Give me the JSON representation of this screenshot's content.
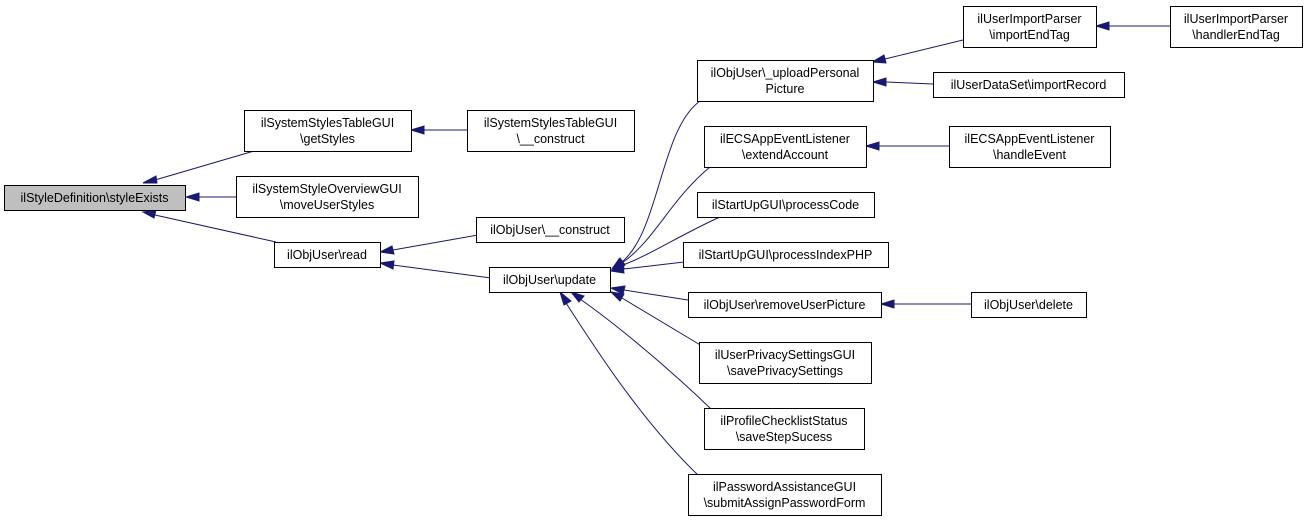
{
  "colors": {
    "edge": "#191970",
    "root_fill": "#bfbfbf",
    "node_fill": "#ffffff",
    "border": "#000000"
  },
  "nodes": {
    "root": [
      "ilStyleDefinition\\styleExists"
    ],
    "sstg_get": [
      "ilSystemStylesTableGUI",
      "\\getStyles"
    ],
    "sstg_construct": [
      "ilSystemStylesTableGUI",
      "\\__construct"
    ],
    "ssog_move": [
      "ilSystemStyleOverviewGUI",
      "\\moveUserStyles"
    ],
    "objuser_read": [
      "ilObjUser\\read"
    ],
    "objuser_construct": [
      "ilObjUser\\__construct"
    ],
    "objuser_update": [
      "ilObjUser\\update"
    ],
    "upload_picture": [
      "ilObjUser\\_uploadPersonal",
      "Picture"
    ],
    "import_end_tag": [
      "ilUserImportParser",
      "\\importEndTag"
    ],
    "handler_end_tag": [
      "ilUserImportParser",
      "\\handlerEndTag"
    ],
    "import_record": [
      "ilUserDataSet\\importRecord"
    ],
    "extend_account": [
      "ilECSAppEventListener",
      "\\extendAccount"
    ],
    "handle_event": [
      "ilECSAppEventListener",
      "\\handleEvent"
    ],
    "process_code": [
      "ilStartUpGUI\\processCode"
    ],
    "process_index": [
      "ilStartUpGUI\\processIndexPHP"
    ],
    "remove_picture": [
      "ilObjUser\\removeUserPicture"
    ],
    "objuser_delete": [
      "ilObjUser\\delete"
    ],
    "privacy_settings": [
      "ilUserPrivacySettingsGUI",
      "\\savePrivacySettings"
    ],
    "checklist_status": [
      "ilProfileChecklistStatus",
      "\\saveStepSucess"
    ],
    "password_assistance": [
      "ilPasswordAssistanceGUI",
      "\\submitAssignPasswordForm"
    ]
  },
  "edges": [
    [
      "sstg_get",
      "root"
    ],
    [
      "ssog_move",
      "root"
    ],
    [
      "objuser_read",
      "root"
    ],
    [
      "sstg_construct",
      "sstg_get"
    ],
    [
      "objuser_construct",
      "objuser_read"
    ],
    [
      "objuser_update",
      "objuser_read"
    ],
    [
      "upload_picture",
      "objuser_update"
    ],
    [
      "extend_account",
      "objuser_update"
    ],
    [
      "process_code",
      "objuser_update"
    ],
    [
      "process_index",
      "objuser_update"
    ],
    [
      "remove_picture",
      "objuser_update"
    ],
    [
      "privacy_settings",
      "objuser_update"
    ],
    [
      "checklist_status",
      "objuser_update"
    ],
    [
      "password_assistance",
      "objuser_update"
    ],
    [
      "import_end_tag",
      "upload_picture"
    ],
    [
      "import_record",
      "upload_picture"
    ],
    [
      "handler_end_tag",
      "import_end_tag"
    ],
    [
      "handle_event",
      "extend_account"
    ],
    [
      "objuser_delete",
      "remove_picture"
    ]
  ]
}
